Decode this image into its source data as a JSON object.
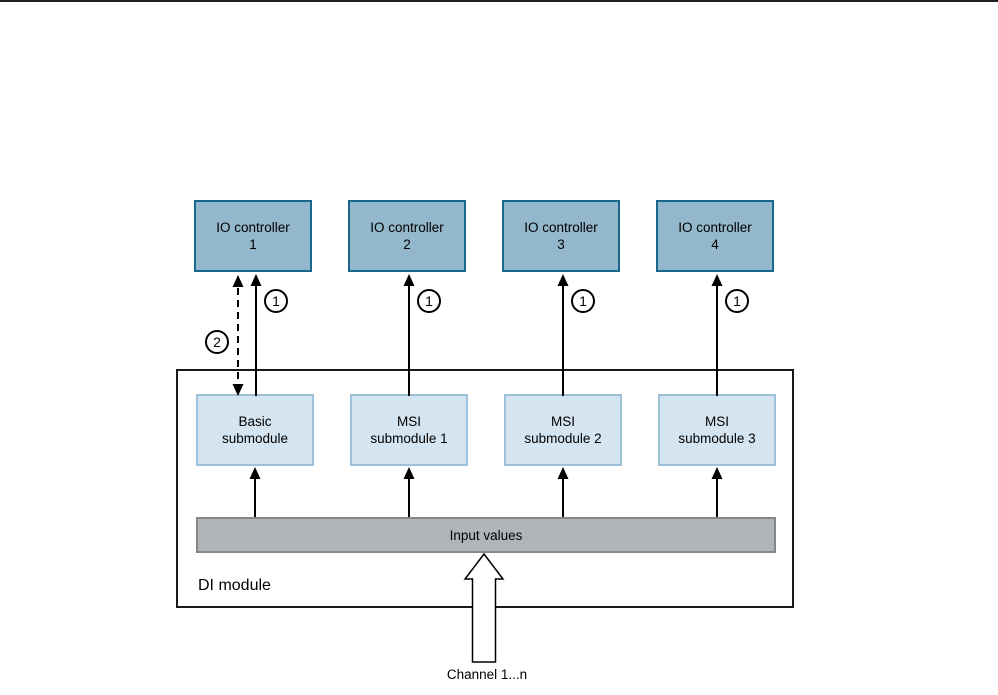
{
  "page": {
    "background": "#ffffff",
    "top_rule_color": "#1f1f1f"
  },
  "diagram": {
    "controllers": [
      {
        "line1": "IO controller",
        "line2": "1"
      },
      {
        "line1": "IO controller",
        "line2": "2"
      },
      {
        "line1": "IO controller",
        "line2": "3"
      },
      {
        "line1": "IO controller",
        "line2": "4"
      }
    ],
    "di_module": {
      "label": "DI module",
      "submodules": [
        {
          "line1": "Basic",
          "line2": "submodule"
        },
        {
          "line1": "MSI",
          "line2": "submodule 1"
        },
        {
          "line1": "MSI",
          "line2": "submodule 2"
        },
        {
          "line1": "MSI",
          "line2": "submodule 3"
        }
      ],
      "input_bar_label": "Input values"
    },
    "callouts": {
      "one": "1",
      "two": "2"
    },
    "channel_label": "Channel 1...n",
    "colors": {
      "controller_fill": "#93b8cb",
      "controller_border": "#19678a",
      "submodule_fill": "#d4e4f0",
      "submodule_border": "#9dc2da",
      "input_bar_fill": "#b2b5b8",
      "input_bar_border": "#85888b",
      "di_module_border": "#1a1a1a",
      "line_color": "#000000"
    }
  }
}
